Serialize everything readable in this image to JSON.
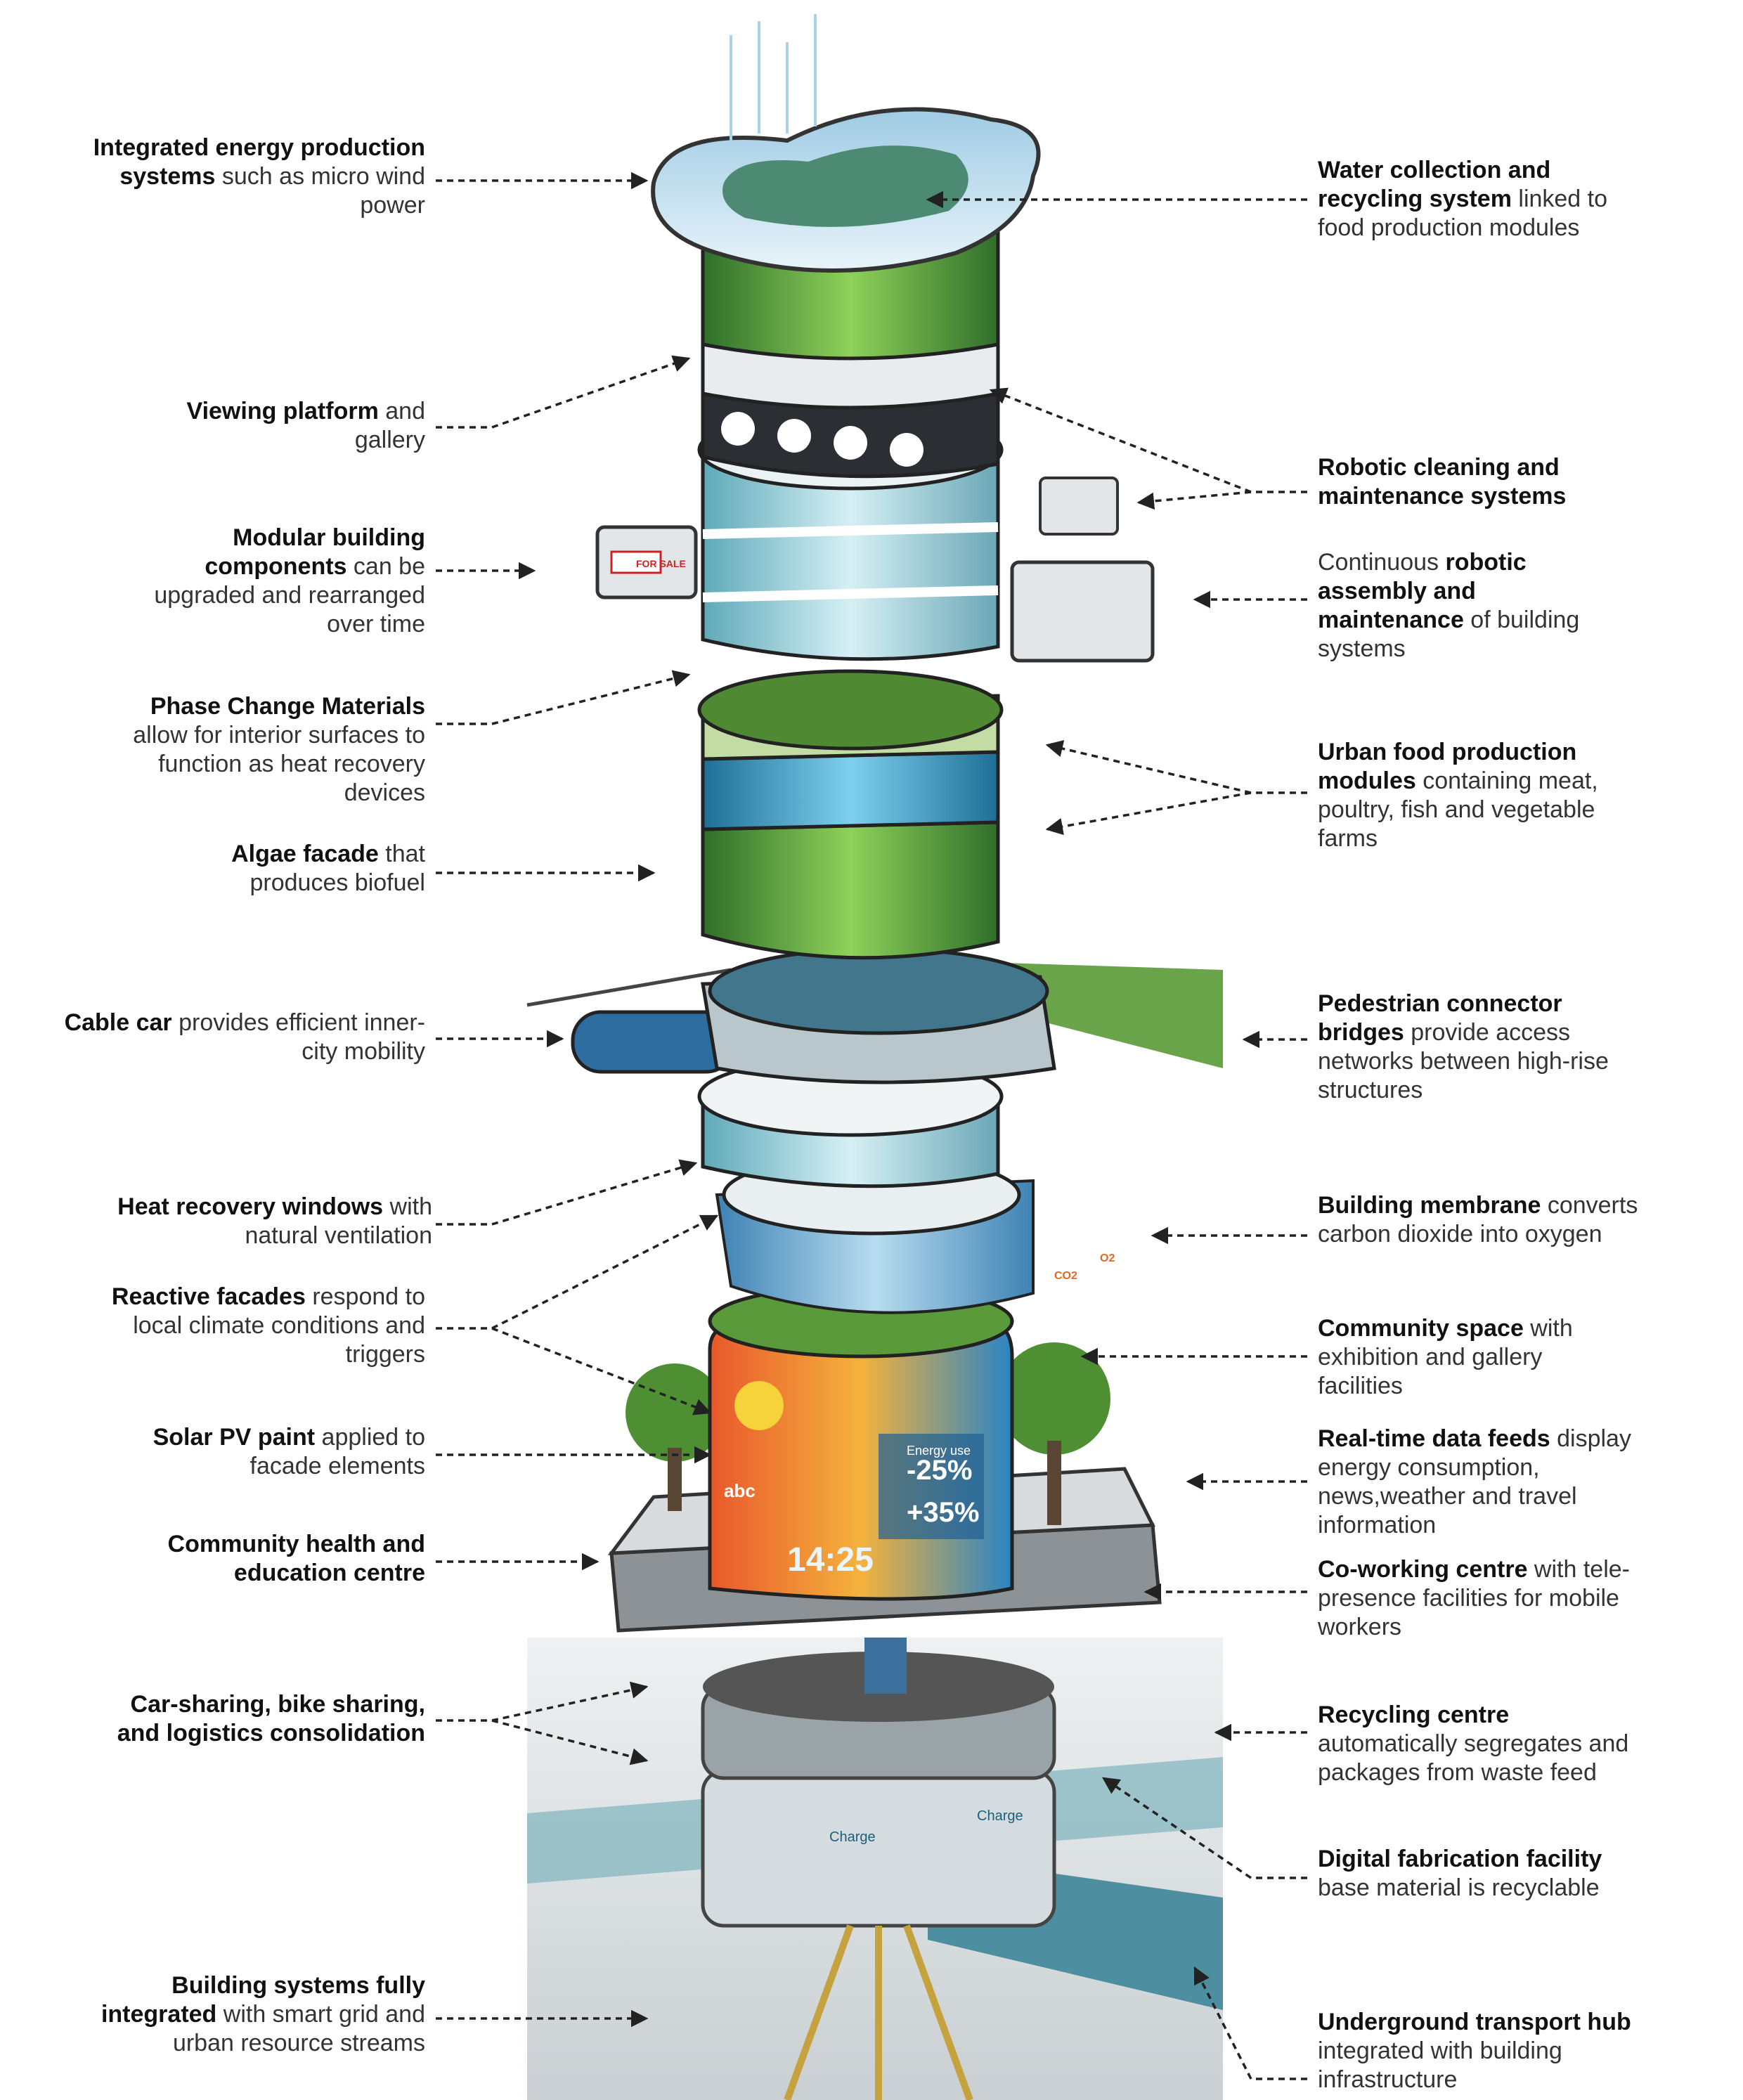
{
  "labels_left": [
    {
      "id": "energy",
      "bold": "Integrated energy production systems",
      "rest": " such as micro wind power"
    },
    {
      "id": "viewing",
      "bold": "Viewing platform",
      "rest": " and gallery"
    },
    {
      "id": "modular",
      "bold": "Modular building components",
      "rest": " can be upgraded and rearranged over time"
    },
    {
      "id": "pcm",
      "bold": "Phase Change Materials",
      "rest": " allow for interior surfaces to function as heat recovery devices"
    },
    {
      "id": "algae",
      "bold": "Algae facade",
      "rest": " that produces biofuel"
    },
    {
      "id": "cable",
      "bold": "Cable car",
      "rest": " provides efficient inner-city mobility"
    },
    {
      "id": "heat",
      "bold": "Heat recovery windows",
      "rest": " with natural ventilation"
    },
    {
      "id": "reactive",
      "bold": "Reactive facades",
      "rest": " respond to local climate conditions and triggers"
    },
    {
      "id": "solar",
      "bold": "Solar PV paint",
      "rest": " applied to facade elements"
    },
    {
      "id": "health",
      "bold": "Community health and education centre",
      "rest": ""
    },
    {
      "id": "carshare",
      "bold": "Car-sharing, bike sharing, and logistics consolidation",
      "rest": ""
    },
    {
      "id": "grid",
      "bold": "Building systems fully integrated",
      "rest": " with smart grid and urban resource streams"
    }
  ],
  "labels_right": [
    {
      "id": "water",
      "bold": "Water collection and recycling system",
      "rest": " linked to food production modules"
    },
    {
      "id": "robotic",
      "bold": "Robotic cleaning and maintenance systems",
      "rest": ""
    },
    {
      "id": "assembly",
      "pre": "Continuous ",
      "bold": "robotic assembly and maintenance",
      "rest": " of building systems"
    },
    {
      "id": "food",
      "bold": "Urban food production modules",
      "rest": " containing meat, poultry, fish and vegetable farms"
    },
    {
      "id": "bridges",
      "bold": "Pedestrian connector bridges",
      "rest": " provide access networks between high-rise structures"
    },
    {
      "id": "membrane",
      "bold": "Building membrane",
      "rest": " converts carbon dioxide into oxygen"
    },
    {
      "id": "community",
      "bold": "Community space",
      "rest": " with exhibition and gallery facilities"
    },
    {
      "id": "datafeeds",
      "bold": "Real-time data feeds",
      "rest": " display energy consumption, news,weather and travel information"
    },
    {
      "id": "coworking",
      "bold": "Co-working centre",
      "rest": " with tele-presence facilities for mobile workers"
    },
    {
      "id": "recycling",
      "bold": "Recycling centre",
      "rest": " automatically segregates and packages from waste feed"
    },
    {
      "id": "fabrication",
      "bold": "Digital fabrication facility",
      "rest": " base material is recyclable"
    },
    {
      "id": "transport",
      "bold": "Underground transport hub",
      "rest": " integrated with building infrastructure"
    }
  ],
  "signs": {
    "for_sale": "FOR SALE",
    "energy_use": "Energy use",
    "pct1": "-25%",
    "pct2": "+35%",
    "clock": "14:25",
    "abc": "abc",
    "charge1": "Charge",
    "charge2": "Charge",
    "co2": "CO2",
    "o2": "O2"
  },
  "colors": {
    "glass": "#bfe3ea",
    "green": "#5e9b3c",
    "sky": "#59a9d6",
    "dark": "#333333",
    "arrow": "#222222",
    "orange": "#e06a25"
  }
}
